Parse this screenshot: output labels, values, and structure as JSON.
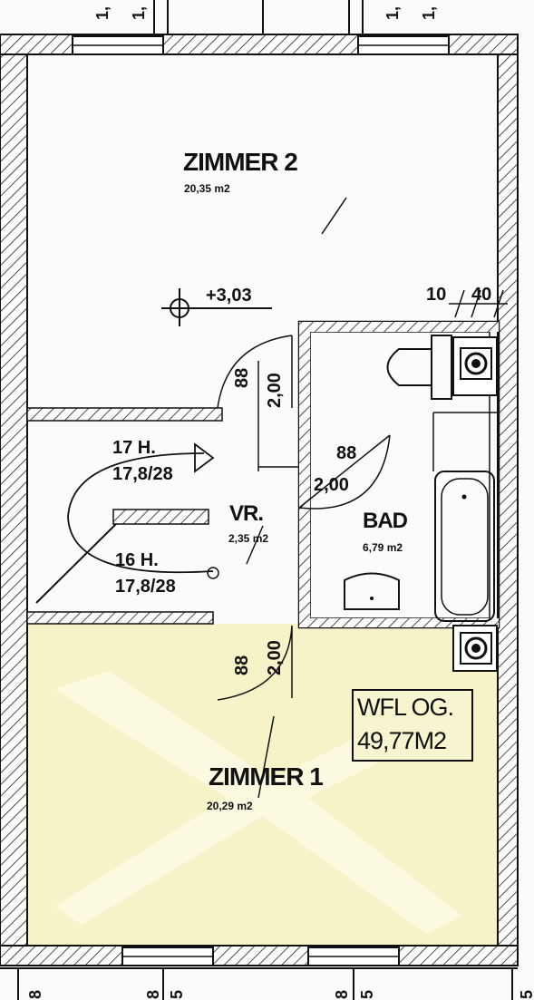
{
  "rooms": {
    "zimmer2": {
      "name": "ZIMMER 2",
      "area": "20,35 m2"
    },
    "zimmer1": {
      "name": "ZIMMER 1",
      "area": "20,29 m2"
    },
    "vr": {
      "name": "VR.",
      "area": "2,35 m2"
    },
    "bad": {
      "name": "BAD",
      "area": "6,79 m2"
    }
  },
  "elevation": "+3,03",
  "wall_dims": {
    "a": "10",
    "b": "40"
  },
  "stairs": {
    "upper": {
      "steps": "17 H.",
      "ratio": "17,8/28"
    },
    "lower": {
      "steps": "16 H.",
      "ratio": "17,8/28"
    }
  },
  "doors": {
    "zimmer2_door": {
      "width": "88",
      "height": "2,00"
    },
    "bad_door": {
      "width": "88",
      "height": "2,00"
    },
    "zimmer1_door": {
      "width": "88",
      "height": "2,00"
    }
  },
  "wohnflaeche": {
    "label": "WFL OG.",
    "value": "49,77M2"
  },
  "edge_dims": {
    "top": [
      "1,",
      "1,",
      "1,",
      "1,"
    ],
    "bottom": [
      "8",
      "8",
      "5",
      "8",
      "5",
      "5"
    ]
  },
  "colors": {
    "line": "#111111",
    "hatch": "#222222",
    "highlight": "#f6f3c8",
    "paper": "#fbfbf9"
  }
}
